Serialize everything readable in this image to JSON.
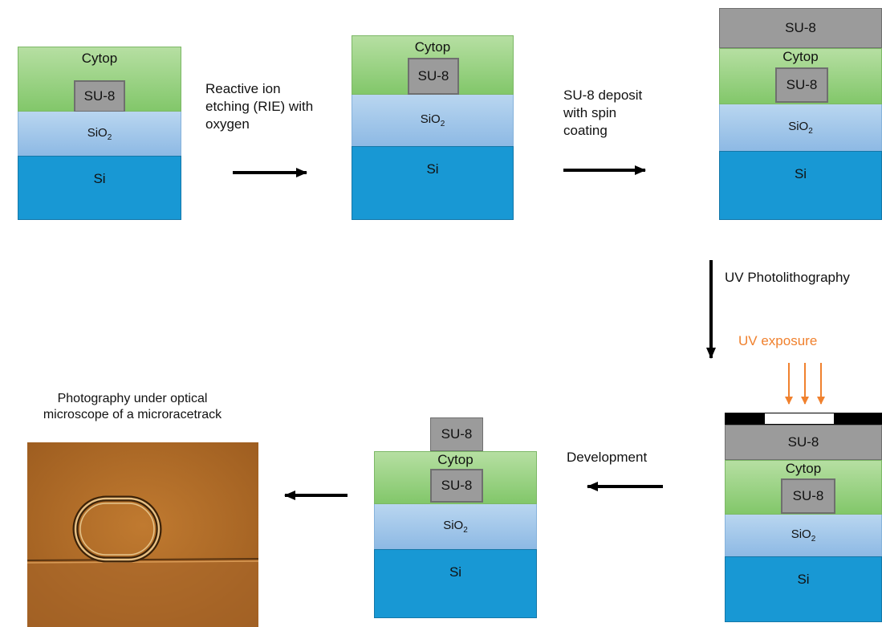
{
  "layers": {
    "cytop": "Cytop",
    "su8": "SU-8",
    "sio2_main": "SiO",
    "sio2_sub": "2",
    "si": "Si"
  },
  "steps": {
    "rie": "Reactive ion etching (RIE) with oxygen",
    "rie_lines": [
      "Reactive ion",
      "etching (RIE) with",
      "oxygen"
    ],
    "su8_deposit_lines": [
      "SU-8 deposit",
      "with spin",
      "coating"
    ],
    "uv_photolithography": "UV Photolithography",
    "uv_exposure": "UV exposure",
    "development": "Development",
    "photo_caption_lines": [
      "Photography under optical",
      "microscope of a microracetrack"
    ]
  },
  "colors": {
    "cytop": "#8fcd77",
    "sio2": "#a3c7ea",
    "si": "#1898d4",
    "su8": "#9b9b9b",
    "uv_arrow": "#f0812e",
    "process_arrow": "#000000"
  }
}
